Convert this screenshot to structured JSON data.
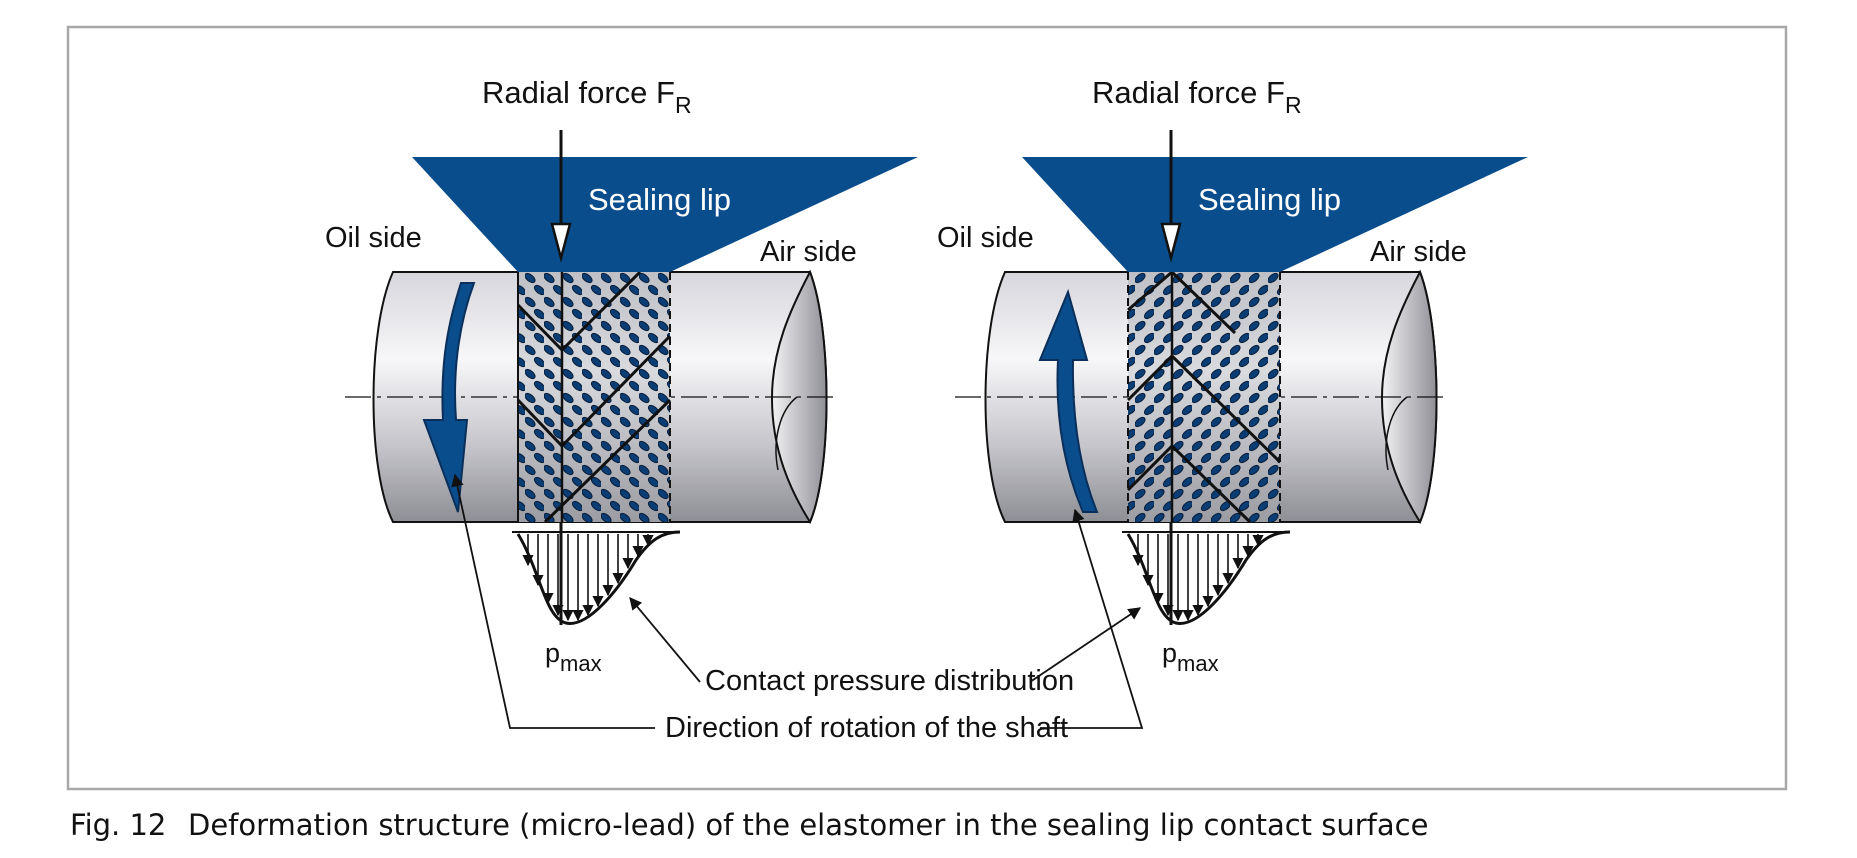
{
  "figure": {
    "number": "Fig. 12",
    "caption": "Deformation structure (micro-lead) of the elastomer in the sealing lip contact surface"
  },
  "labels": {
    "radial_force": "Radial force F",
    "radial_force_sub": "R",
    "sealing_lip": "Sealing lip",
    "oil_side": "Oil side",
    "air_side": "Air side",
    "p_max": "p",
    "p_max_sub": "max",
    "contact_pressure": "Contact pressure distribution",
    "rotation_direction": "Direction of rotation of the shaft"
  },
  "panels": [
    {
      "id": "left",
      "rotation": "down",
      "chevron": "down"
    },
    {
      "id": "right",
      "rotation": "up",
      "chevron": "up"
    }
  ],
  "colors": {
    "lip_blue": "#0a4d8c",
    "frame_gray": "#a8a8a8",
    "shaft_light": "#f3f3f5",
    "shaft_dark": "#9a9aa0"
  }
}
